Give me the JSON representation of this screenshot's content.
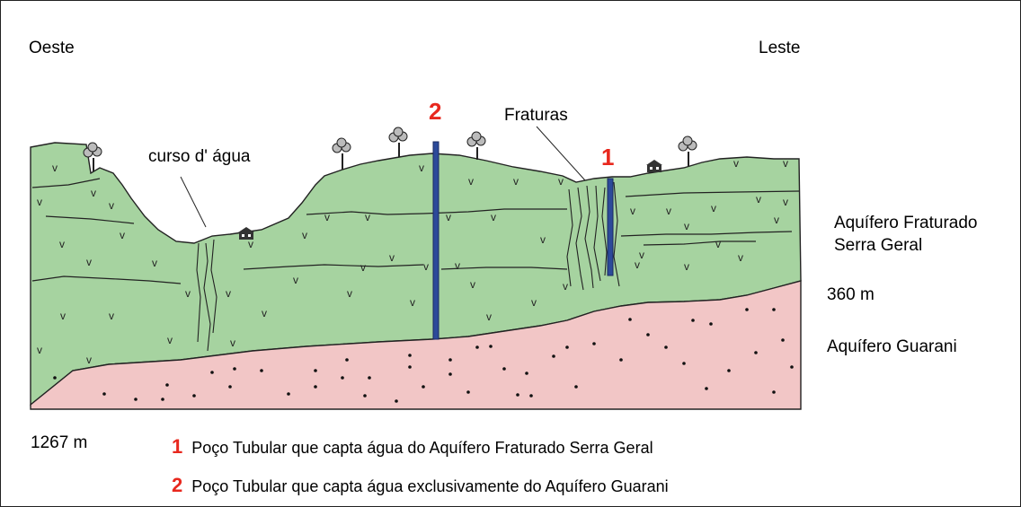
{
  "directions": {
    "west": "Oeste",
    "east": "Leste"
  },
  "labels": {
    "water_course": "curso d' água",
    "fractures": "Fraturas",
    "fractured_aquifer_line1": "Aquífero Fraturado",
    "fractured_aquifer_line2": "Serra Geral",
    "depth_360": "360 m",
    "guarani_aquifer": "Aquífero Guarani",
    "depth_1267": "1267 m"
  },
  "wells": {
    "well1": "1",
    "well2": "2"
  },
  "legend": [
    {
      "number": "1",
      "text": "Poço Tubular que capta água do Aquífero Fraturado Serra Geral"
    },
    {
      "number": "2",
      "text": "Poço Tubular que capta água  exclusivamente do Aquífero Guarani"
    }
  ],
  "colors": {
    "serra_geral": "#a6d3a0",
    "guarani": "#f2c6c6",
    "well": "#2c4a9a",
    "number_red": "#e8281e"
  },
  "basalt_symbol": "v",
  "icons": [
    "tree-icon",
    "house-icon"
  ]
}
